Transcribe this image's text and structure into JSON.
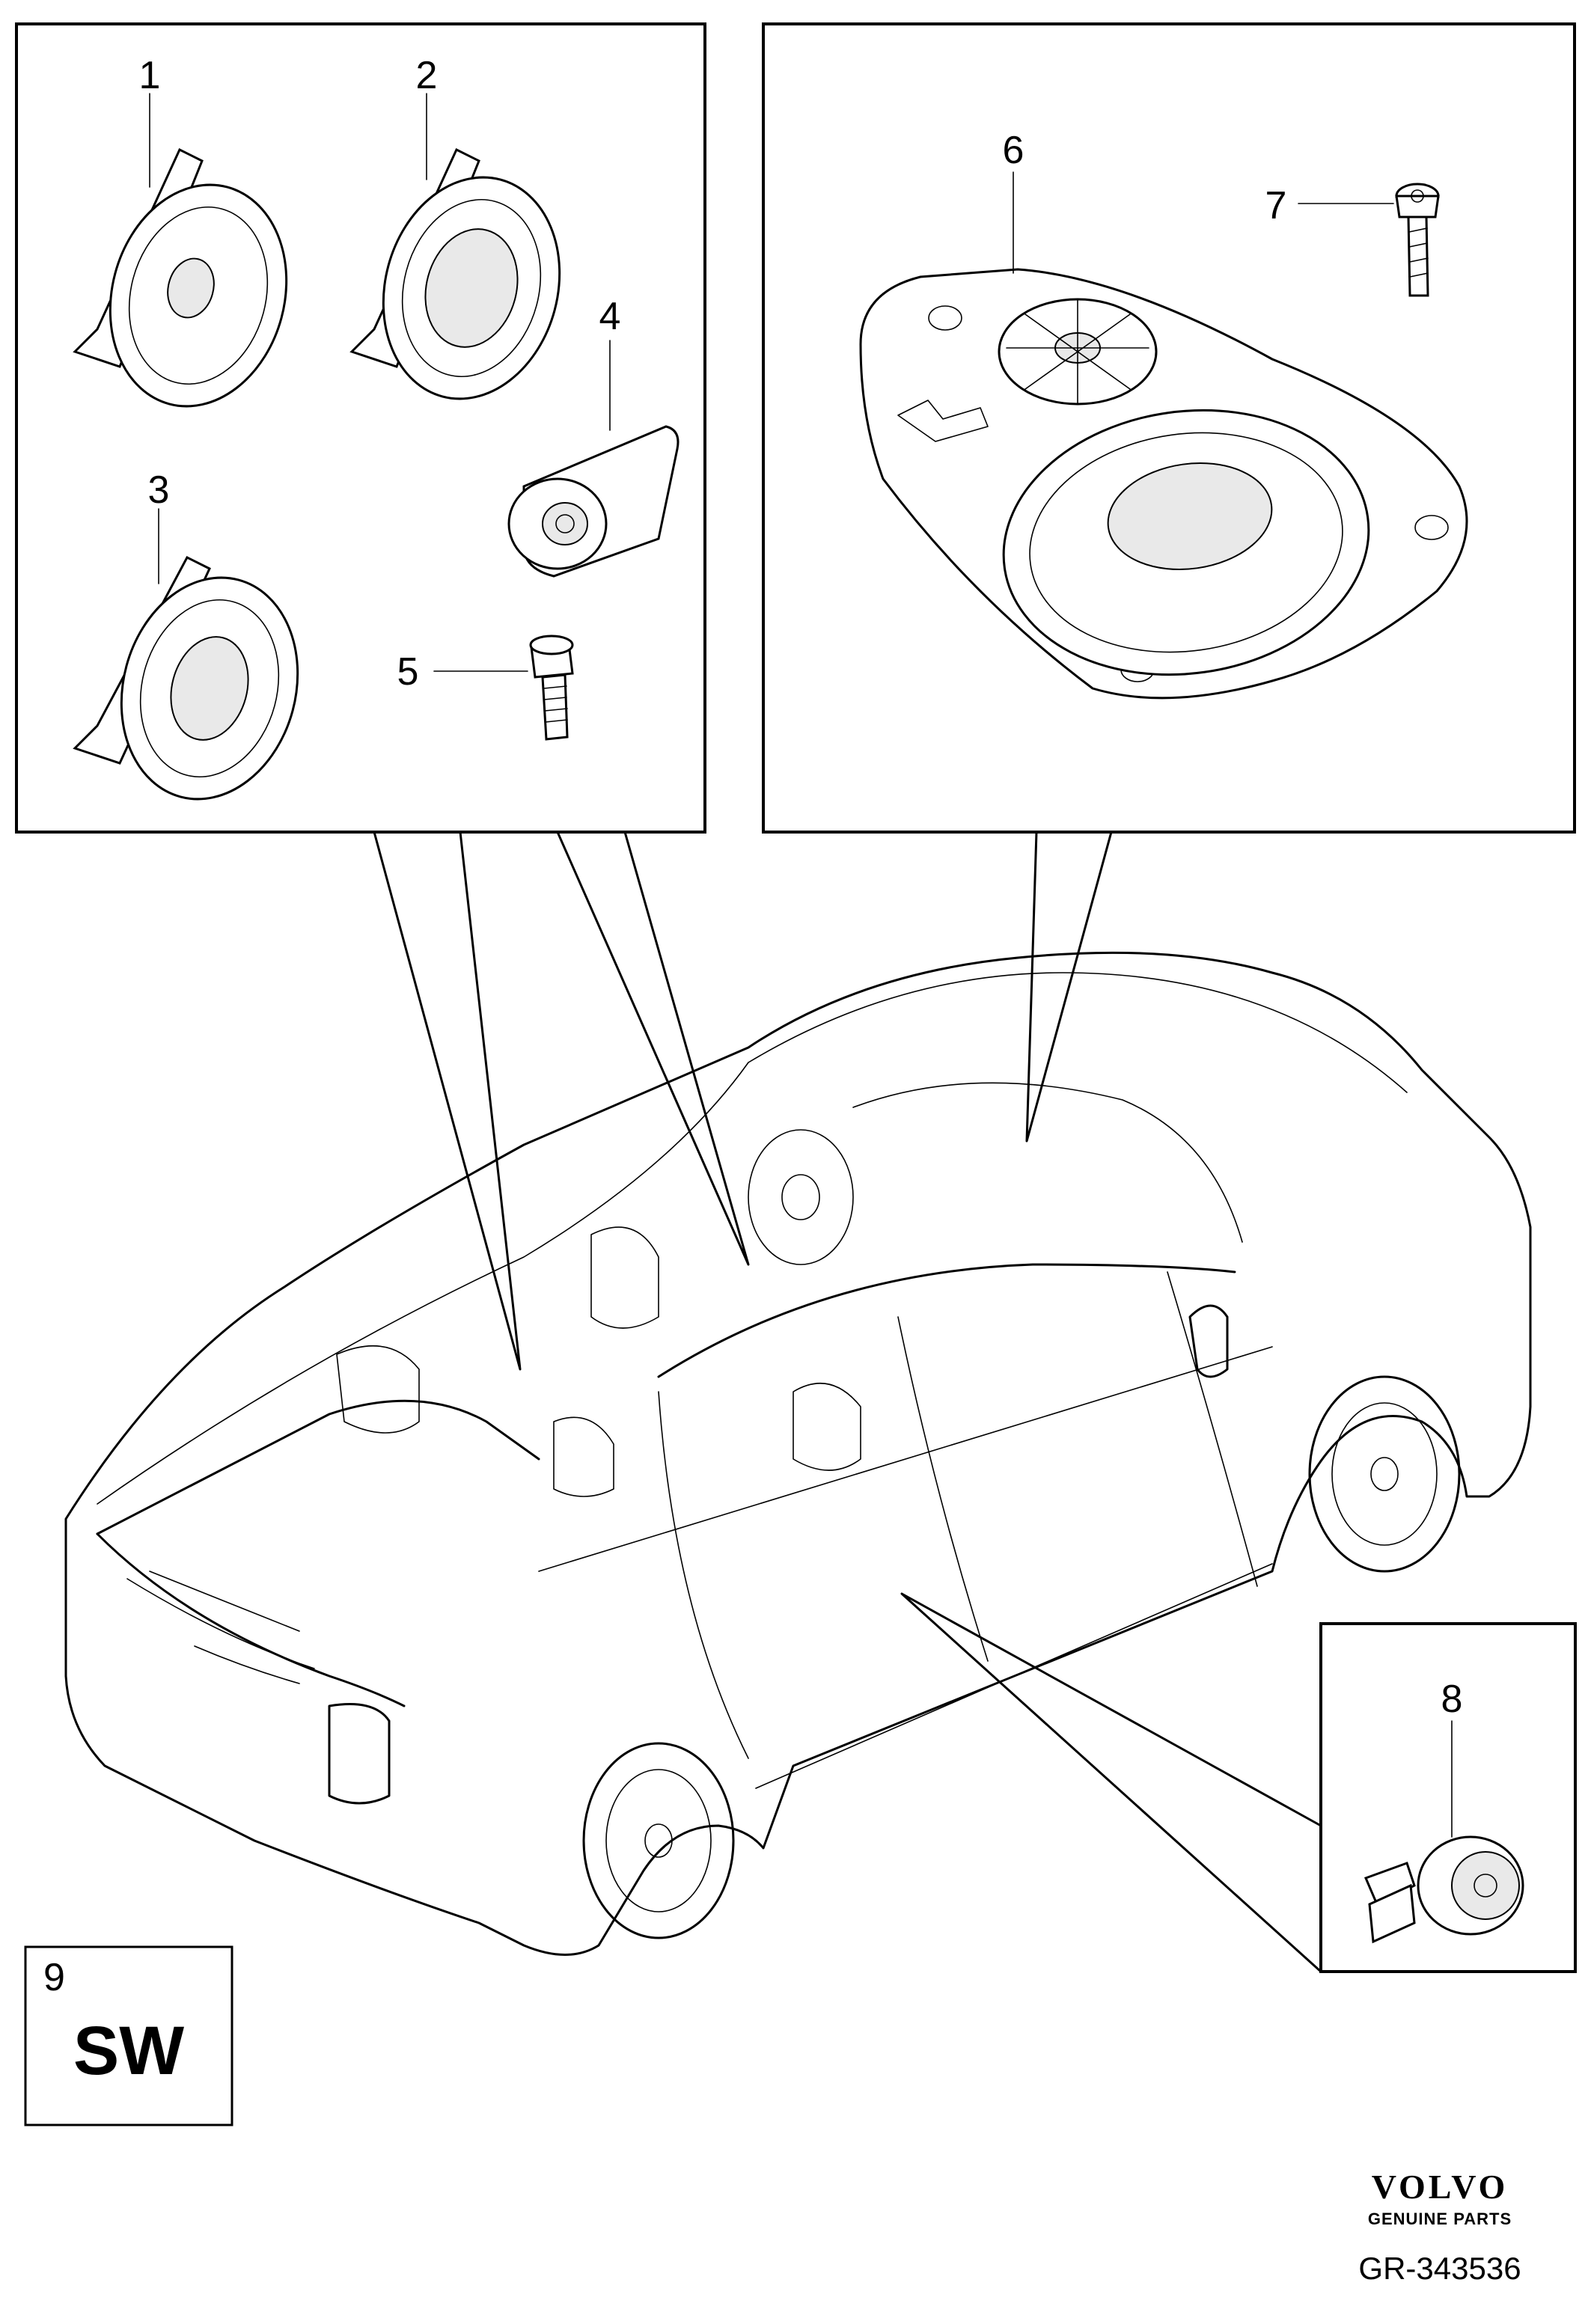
{
  "parts": [
    {
      "number": "1",
      "icon": "speaker-icon"
    },
    {
      "number": "2",
      "icon": "speaker-icon"
    },
    {
      "number": "3",
      "icon": "speaker-icon"
    },
    {
      "number": "4",
      "icon": "tweeter-icon"
    },
    {
      "number": "5",
      "icon": "screw-icon"
    },
    {
      "number": "6",
      "icon": "center-speaker-icon"
    },
    {
      "number": "7",
      "icon": "screw-icon"
    },
    {
      "number": "8",
      "icon": "tweeter-icon"
    }
  ],
  "variant": {
    "number": "9",
    "code": "SW"
  },
  "brand": {
    "name": "VOLVO",
    "tagline": "GENUINE PARTS"
  },
  "reference": "GR-343536"
}
